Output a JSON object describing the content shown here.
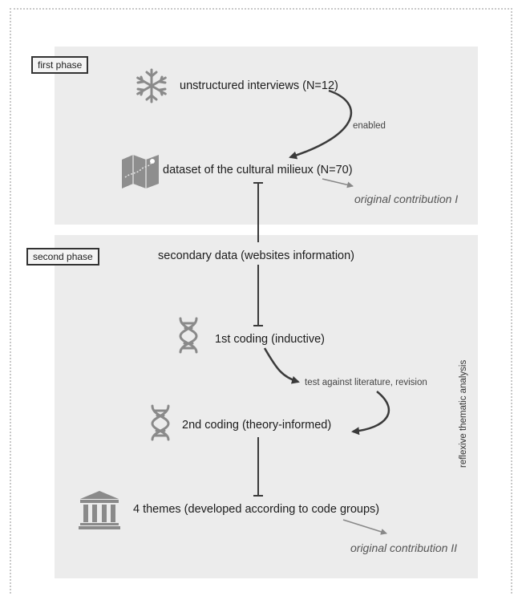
{
  "phases": {
    "first": {
      "label": "first phase"
    },
    "second": {
      "label": "second phase"
    }
  },
  "nodes": {
    "interviews": "unstructured interviews (N=12)",
    "enabled": "enabled",
    "dataset": "dataset of the cultural milieux (N=70)",
    "contribution1": "original contribution I",
    "secondary": "secondary data (websites information)",
    "coding1": "1st coding (inductive)",
    "revision": "test against literature, revision",
    "coding2": "2nd coding (theory-informed)",
    "themes": "4 themes (developed according to code groups)",
    "contribution2": "original contribution II"
  },
  "side_label": "reflexive thematic analysis",
  "icons": [
    "snowflake-icon",
    "map-icon",
    "dna-icon",
    "dna-icon",
    "institution-icon"
  ],
  "colors": {
    "panel": "#ececec",
    "line": "#3a3a3a",
    "icon": "#8a8a8a"
  }
}
